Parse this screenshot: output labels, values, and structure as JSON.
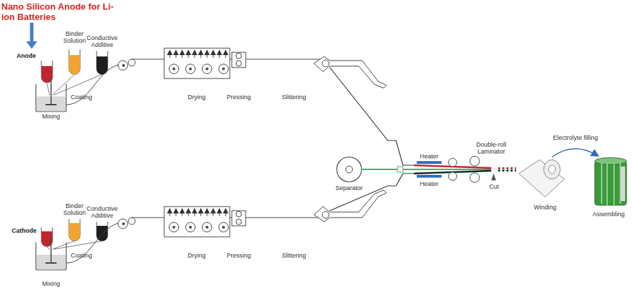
{
  "diagram": {
    "labels": [
      "Nano Silicon Anode for Li-ion Batteries",
      "Anode",
      "Binder Solution",
      "Conductive Additive",
      "Mixing",
      "Coating",
      "Drying",
      "Pressing",
      "Slittering",
      "Binder Solution",
      "Cathode",
      "Conductive Additive",
      "Mixing",
      "Coating",
      "Drying",
      "Pressing",
      "Slittering",
      "Separator",
      "Heater",
      "Heater",
      "Double-roll Laminator",
      "Cut",
      "Winding",
      "Electrolyte filling",
      "Assembling"
    ]
  }
}
